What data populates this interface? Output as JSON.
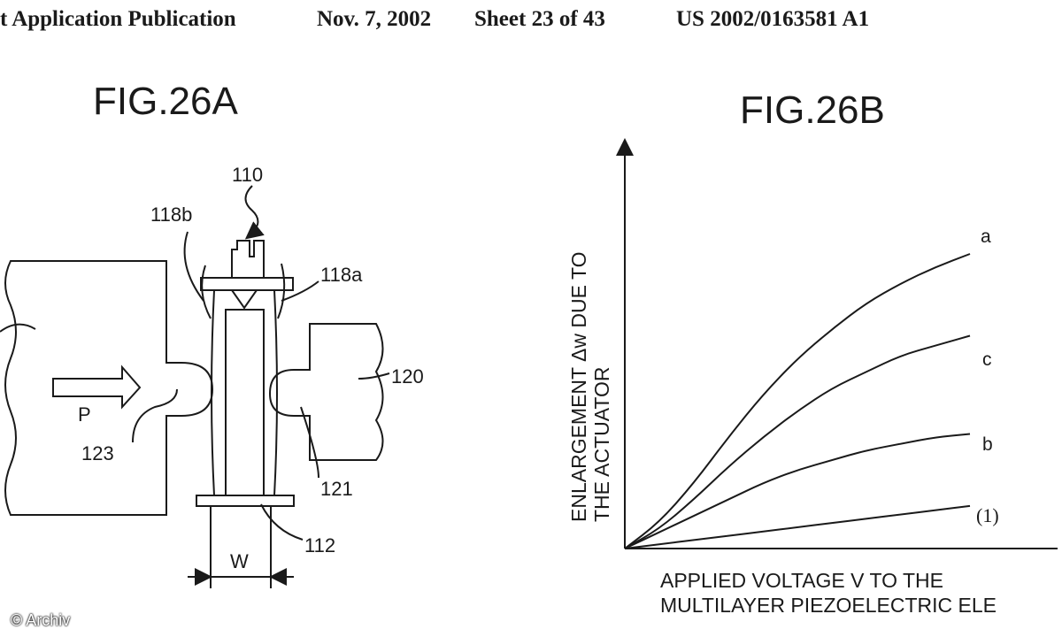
{
  "header": {
    "publication": "t Application Publication",
    "date": "Nov. 7, 2002",
    "sheet": "Sheet 23 of 43",
    "number": "US 2002/0163581 A1"
  },
  "fig_a": {
    "title": "FIG.26A",
    "labels": {
      "l110": "110",
      "l118b": "118b",
      "l118a": "118a",
      "l120": "120",
      "l123": "123",
      "l121": "121",
      "l112": "112",
      "lW": "W",
      "lP": "P"
    }
  },
  "fig_b": {
    "title": "FIG.26B",
    "ylabel_line1": "ENLARGEMENT Δw DUE TO",
    "ylabel_line2": "THE ACTUATOR",
    "xlabel_line1": "APPLIED VOLTAGE V TO THE",
    "xlabel_line2": "MULTILAYER PIEZOELECTRIC ELE"
  },
  "chart_data": {
    "type": "line",
    "title": "FIG.26B",
    "xlabel": "APPLIED VOLTAGE V TO THE MULTILAYER PIEZOELECTRIC ELE",
    "ylabel": "ENLARGEMENT Δw DUE TO THE ACTUATOR",
    "xlim": [
      0,
      1
    ],
    "ylim": [
      0,
      1
    ],
    "grid": false,
    "series": [
      {
        "name": "a",
        "x": [
          0,
          0.1,
          0.2,
          0.3,
          0.4,
          0.5,
          0.6,
          0.7,
          0.8,
          0.9,
          1.0
        ],
        "values": [
          0,
          0.08,
          0.2,
          0.34,
          0.47,
          0.58,
          0.67,
          0.75,
          0.81,
          0.86,
          0.9
        ]
      },
      {
        "name": "c",
        "x": [
          0,
          0.1,
          0.2,
          0.3,
          0.4,
          0.5,
          0.6,
          0.7,
          0.8,
          0.9,
          1.0
        ],
        "values": [
          0,
          0.06,
          0.15,
          0.25,
          0.34,
          0.42,
          0.49,
          0.54,
          0.59,
          0.62,
          0.65
        ]
      },
      {
        "name": "b",
        "x": [
          0,
          0.1,
          0.2,
          0.3,
          0.4,
          0.5,
          0.6,
          0.7,
          0.8,
          0.9,
          1.0
        ],
        "values": [
          0,
          0.05,
          0.1,
          0.15,
          0.2,
          0.24,
          0.27,
          0.3,
          0.32,
          0.34,
          0.35
        ]
      },
      {
        "name": "(1)",
        "x": [
          0,
          0.1,
          0.2,
          0.3,
          0.4,
          0.5,
          0.6,
          0.7,
          0.8,
          0.9,
          1.0
        ],
        "values": [
          0,
          0.013,
          0.026,
          0.039,
          0.052,
          0.065,
          0.078,
          0.091,
          0.104,
          0.117,
          0.13
        ]
      }
    ]
  },
  "watermark": "© Archiv"
}
